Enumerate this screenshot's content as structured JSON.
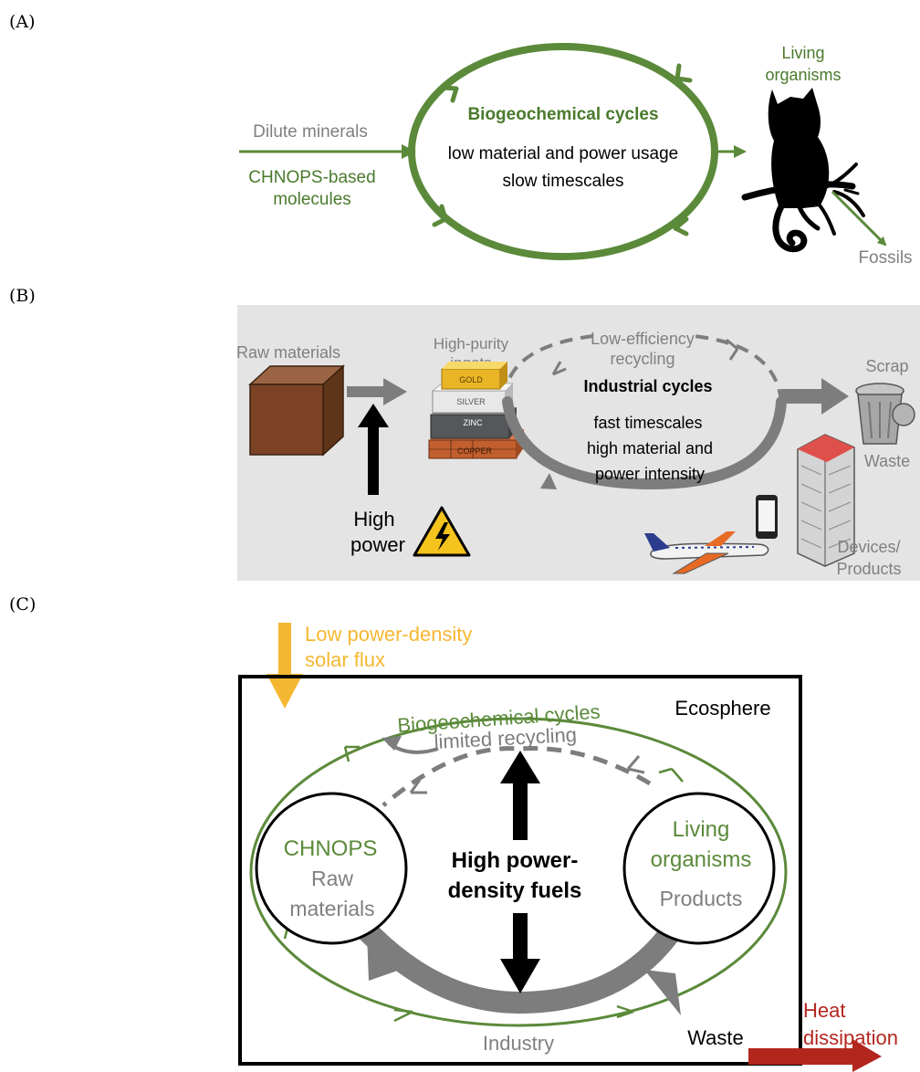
{
  "panels": {
    "a": {
      "label": "(A)",
      "input_line1": "Dilute minerals",
      "input_line2": "CHNOPS-based",
      "input_line3": "molecules",
      "cycle_title": "Biogeochemical cycles",
      "cycle_line1": "low material and power usage",
      "cycle_line2": "slow timescales",
      "organisms_line1": "Living",
      "organisms_line2": "organisms",
      "fossils": "Fossils"
    },
    "b": {
      "label": "(B)",
      "raw_materials": "Raw materials",
      "ingots_line1": "High-purity",
      "ingots_line2": "ingots",
      "recycling_line1": "Low-efficiency",
      "recycling_line2": "recycling",
      "cycle_title": "Industrial cycles",
      "cycle_line1": "fast timescales",
      "cycle_line2": "high material and",
      "cycle_line3": "power intensity",
      "power_line1": "High",
      "power_line2": "power",
      "scrap": "Scrap",
      "waste": "Waste",
      "devices_line1": "Devices/",
      "devices_line2": "Products",
      "bars": {
        "gold": "GOLD",
        "silver": "SILVER",
        "zinc": "ZINC",
        "copper": "COPPER"
      }
    },
    "c": {
      "label": "(C)",
      "solar_line1": "Low power-density",
      "solar_line2": "solar flux",
      "ecosphere": "Ecosphere",
      "biogeo": "Biogeochemical cycles",
      "limited_recycling": "limited recycling",
      "chnops": "CHNOPS",
      "raw_line1": "Raw",
      "raw_line2": "materials",
      "fuels_line1": "High power-",
      "fuels_line2": "density fuels",
      "living_line1": "Living",
      "living_line2": "organisms",
      "products": "Products",
      "industry": "Industry",
      "waste": "Waste",
      "heat_line1": "Heat",
      "heat_line2": "dissipation"
    }
  },
  "colors": {
    "green": "#5b8a3a",
    "dark_green": "#4a7a2c",
    "gray": "#7d7d7d",
    "label_gray": "#808080",
    "panel_bg": "#e4e4e4",
    "solar": "#f5b731",
    "heat": "#b3261e",
    "black": "#000000"
  }
}
